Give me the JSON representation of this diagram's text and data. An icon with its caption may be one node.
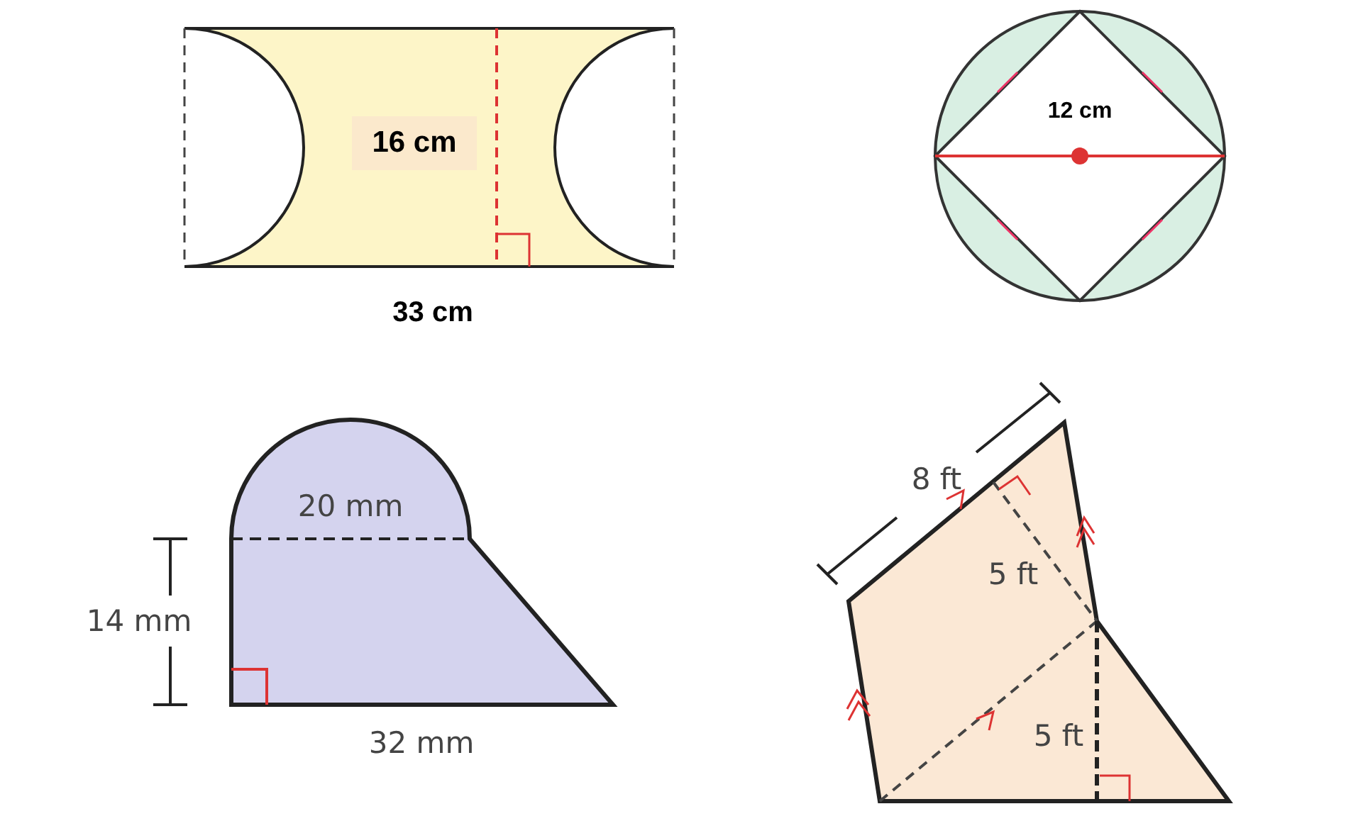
{
  "diagram": {
    "labels": [
      "16 cm",
      "33 cm",
      "12 cm",
      "20 mm",
      "14 mm",
      "32 mm",
      "8 ft",
      "5 ft",
      "5 ft"
    ]
  }
}
